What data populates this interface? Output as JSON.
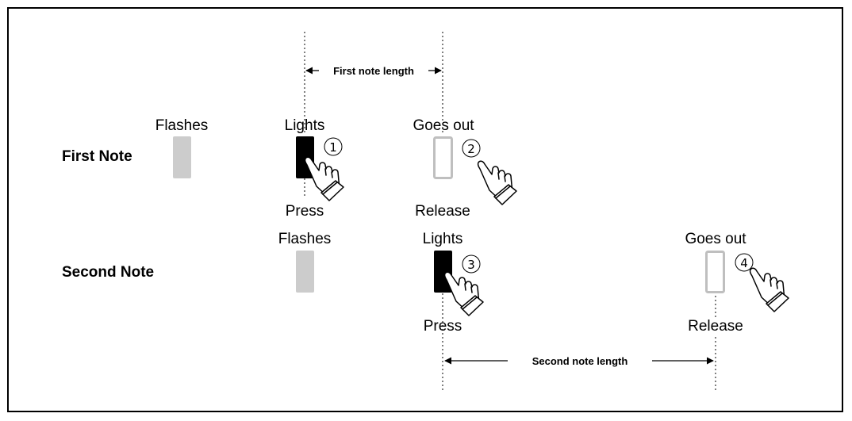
{
  "first_note": {
    "row_label": "First Note",
    "flashes": "Flashes",
    "lights": "Lights",
    "goes_out": "Goes out",
    "press": "Press",
    "release": "Release",
    "step_press": "①",
    "step_release": "②"
  },
  "second_note": {
    "row_label": "Second Note",
    "flashes": "Flashes",
    "lights": "Lights",
    "goes_out": "Goes out",
    "press": "Press",
    "release": "Release",
    "step_press": "③",
    "step_release": "④"
  },
  "lengths": {
    "first": "First note length",
    "second": "Second note length"
  },
  "colors": {
    "key_lit": "#000000",
    "key_flash": "#cccccc",
    "key_out_outline": "#bfbfbf"
  }
}
